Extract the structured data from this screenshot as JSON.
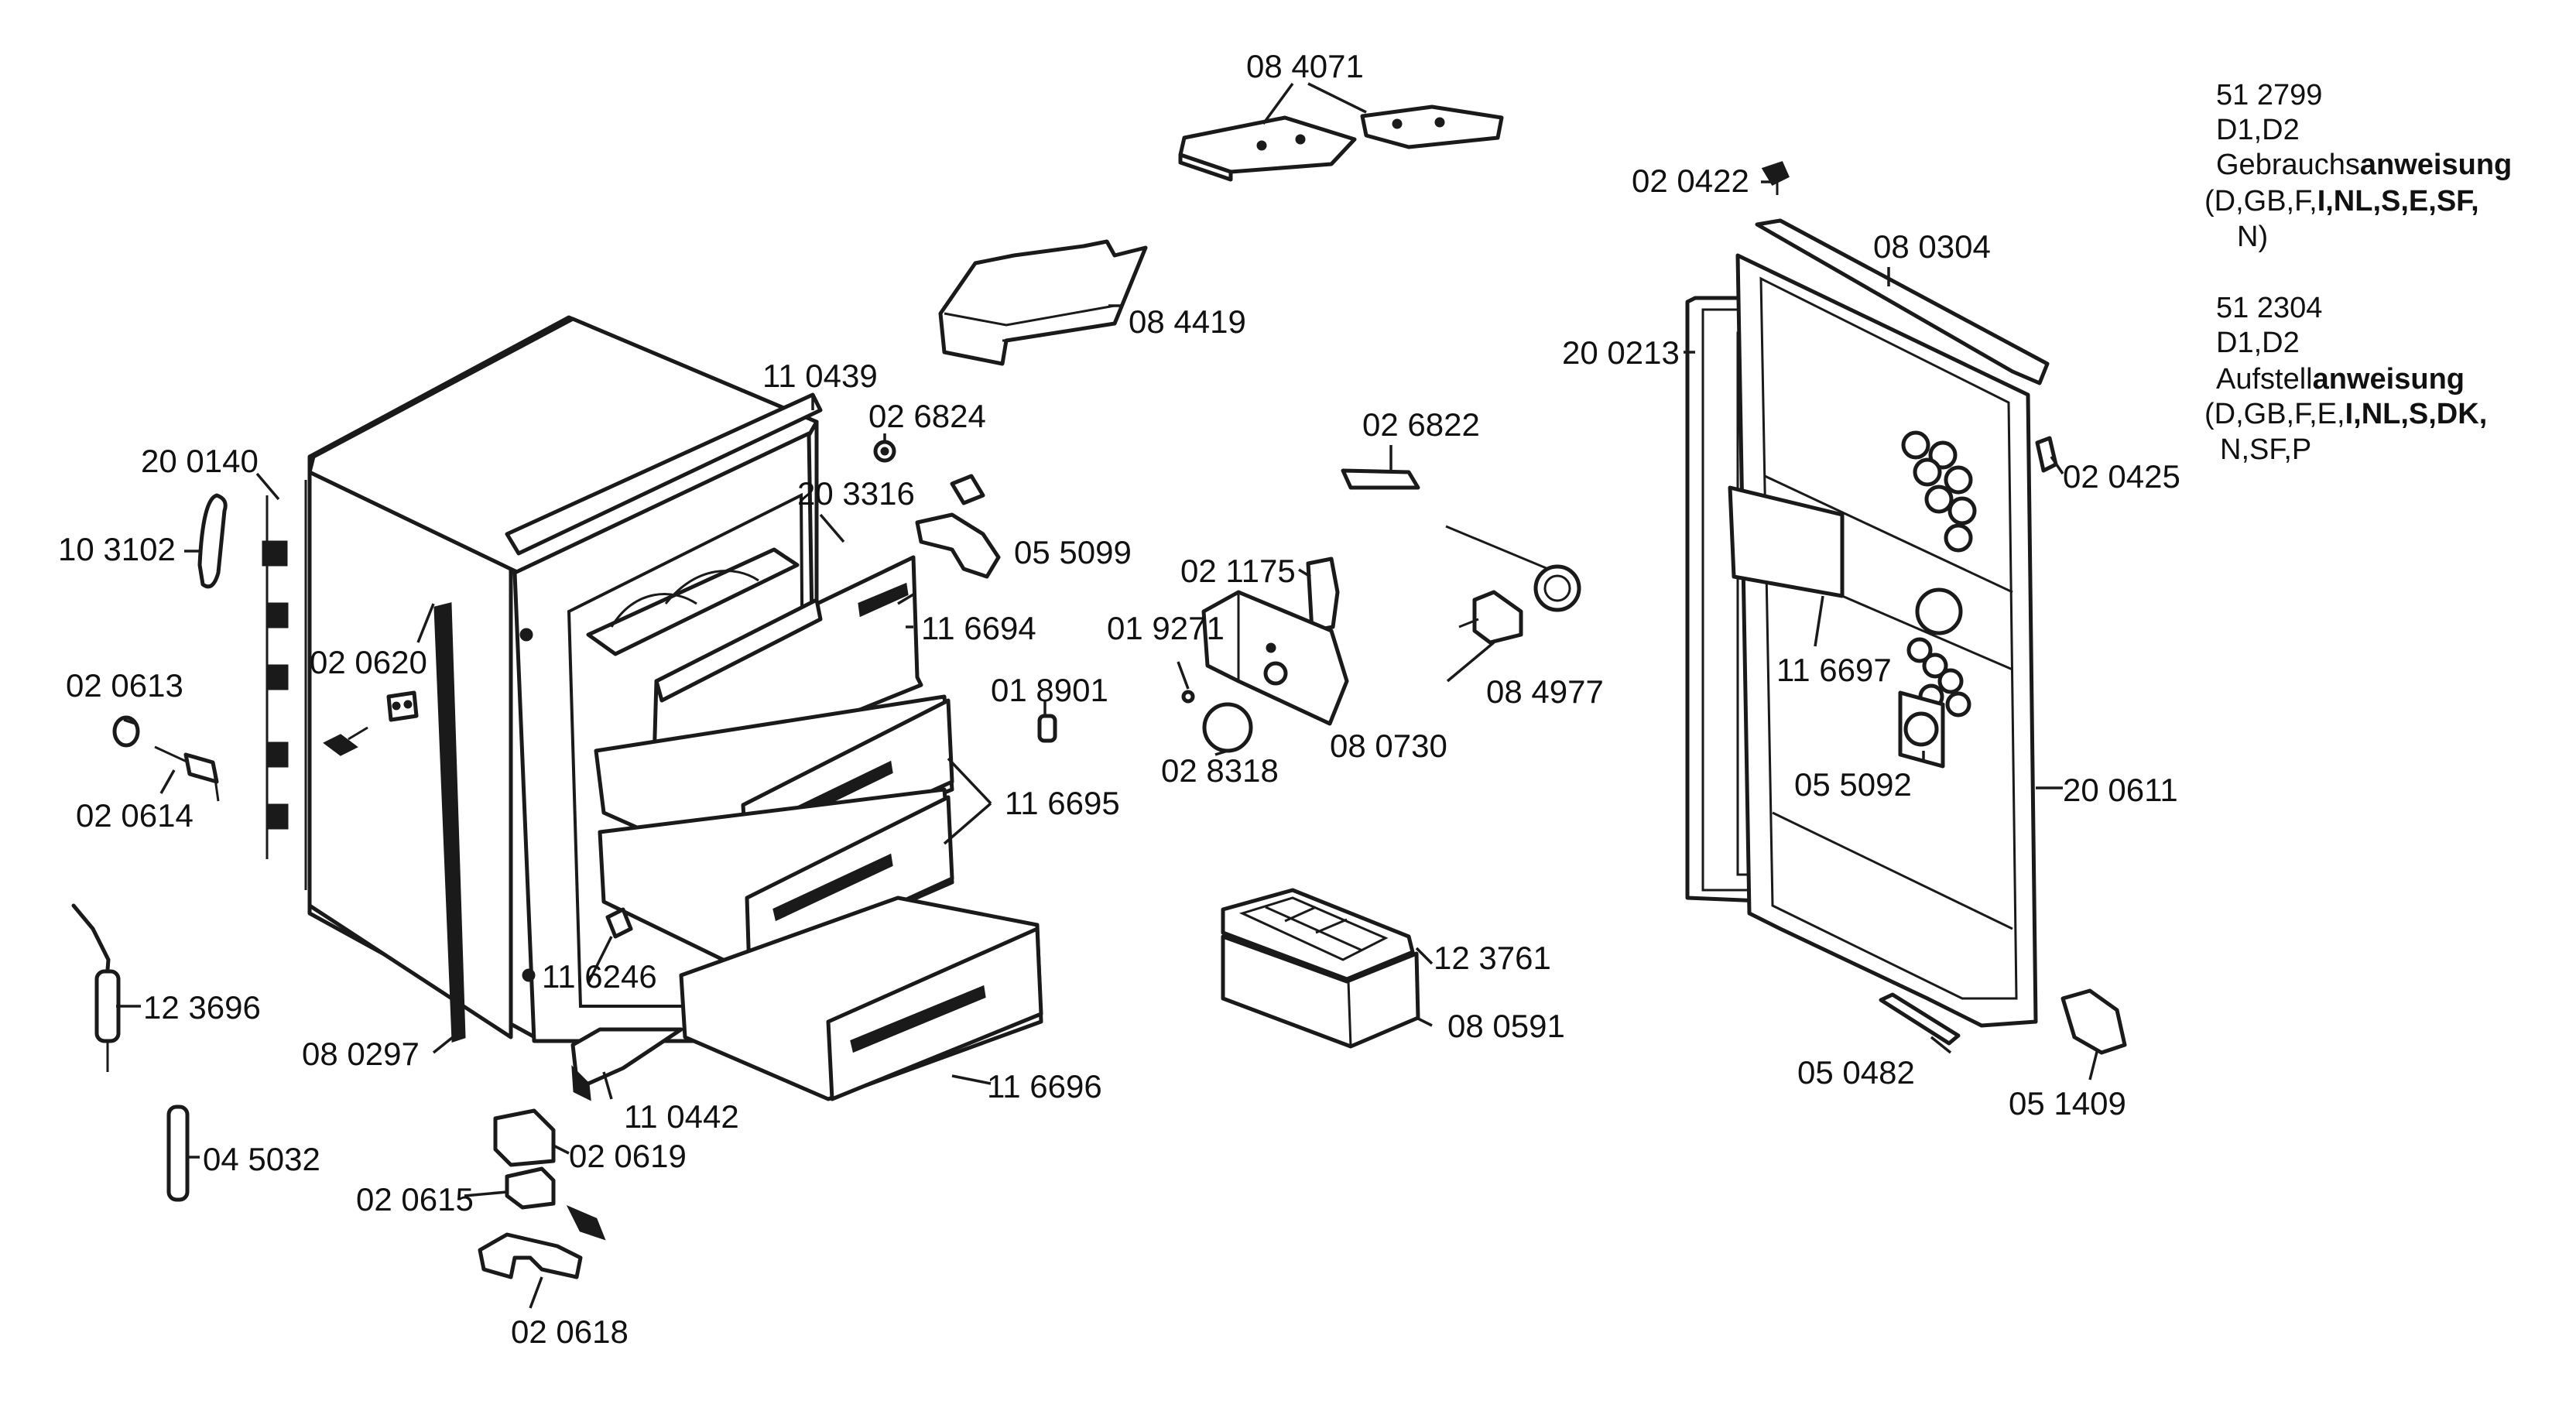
{
  "parts": [
    {
      "id": "084071",
      "label": "08 4071"
    },
    {
      "id": "084419",
      "label": "08 4419"
    },
    {
      "id": "110439",
      "label": "11 0439"
    },
    {
      "id": "026824",
      "label": "02 6824"
    },
    {
      "id": "203316",
      "label": "20 3316"
    },
    {
      "id": "055099",
      "label": "05 5099"
    },
    {
      "id": "200140",
      "label": "20 0140"
    },
    {
      "id": "103102",
      "label": "10 3102"
    },
    {
      "id": "020620",
      "label": "02 0620"
    },
    {
      "id": "116694",
      "label": "11 6694"
    },
    {
      "id": "020613",
      "label": "02 0613"
    },
    {
      "id": "020614",
      "label": "02 0614"
    },
    {
      "id": "026822",
      "label": "02 6822"
    },
    {
      "id": "021175",
      "label": "02 1175"
    },
    {
      "id": "019271",
      "label": "01 9271"
    },
    {
      "id": "018901",
      "label": "01 8901"
    },
    {
      "id": "028318",
      "label": "02 8318"
    },
    {
      "id": "080730",
      "label": "08 0730"
    },
    {
      "id": "084977",
      "label": "08 4977"
    },
    {
      "id": "116695",
      "label": "11 6695"
    },
    {
      "id": "123696",
      "label": "12 3696"
    },
    {
      "id": "116246",
      "label": "11 6246"
    },
    {
      "id": "080297",
      "label": "08 0297"
    },
    {
      "id": "110442",
      "label": "11 0442"
    },
    {
      "id": "116696",
      "label": "11 6696"
    },
    {
      "id": "045032",
      "label": "04 5032"
    },
    {
      "id": "020619",
      "label": "02 0619"
    },
    {
      "id": "020615",
      "label": "02 0615"
    },
    {
      "id": "020618",
      "label": "02 0618"
    },
    {
      "id": "123761",
      "label": "12 3761"
    },
    {
      "id": "080591",
      "label": "08 0591"
    },
    {
      "id": "020422",
      "label": "02 0422"
    },
    {
      "id": "080304",
      "label": "08 0304"
    },
    {
      "id": "200213",
      "label": "20 0213"
    },
    {
      "id": "020425",
      "label": "02 0425"
    },
    {
      "id": "116697",
      "label": "11 6697"
    },
    {
      "id": "055092",
      "label": "05 5092"
    },
    {
      "id": "200611",
      "label": "20 0611"
    },
    {
      "id": "050482",
      "label": "05 0482"
    },
    {
      "id": "051409",
      "label": "05 1409"
    }
  ],
  "notes": [
    {
      "part_number": "51 2799",
      "models": "D1,D2",
      "document_prefix": "Gebrauchs",
      "document_suffix": "anweisung",
      "languages_plain": "(D,GB,F,",
      "languages_bold": "I,NL,S,E,SF,",
      "languages_end": "N)"
    },
    {
      "part_number": "51 2304",
      "models": "D1,D2",
      "document_prefix": "Aufstell",
      "document_suffix": "anweisung",
      "languages_plain": "(D,GB,F,E,",
      "languages_bold": "I,NL,S,DK,",
      "languages_end": "N,SF,P"
    }
  ]
}
